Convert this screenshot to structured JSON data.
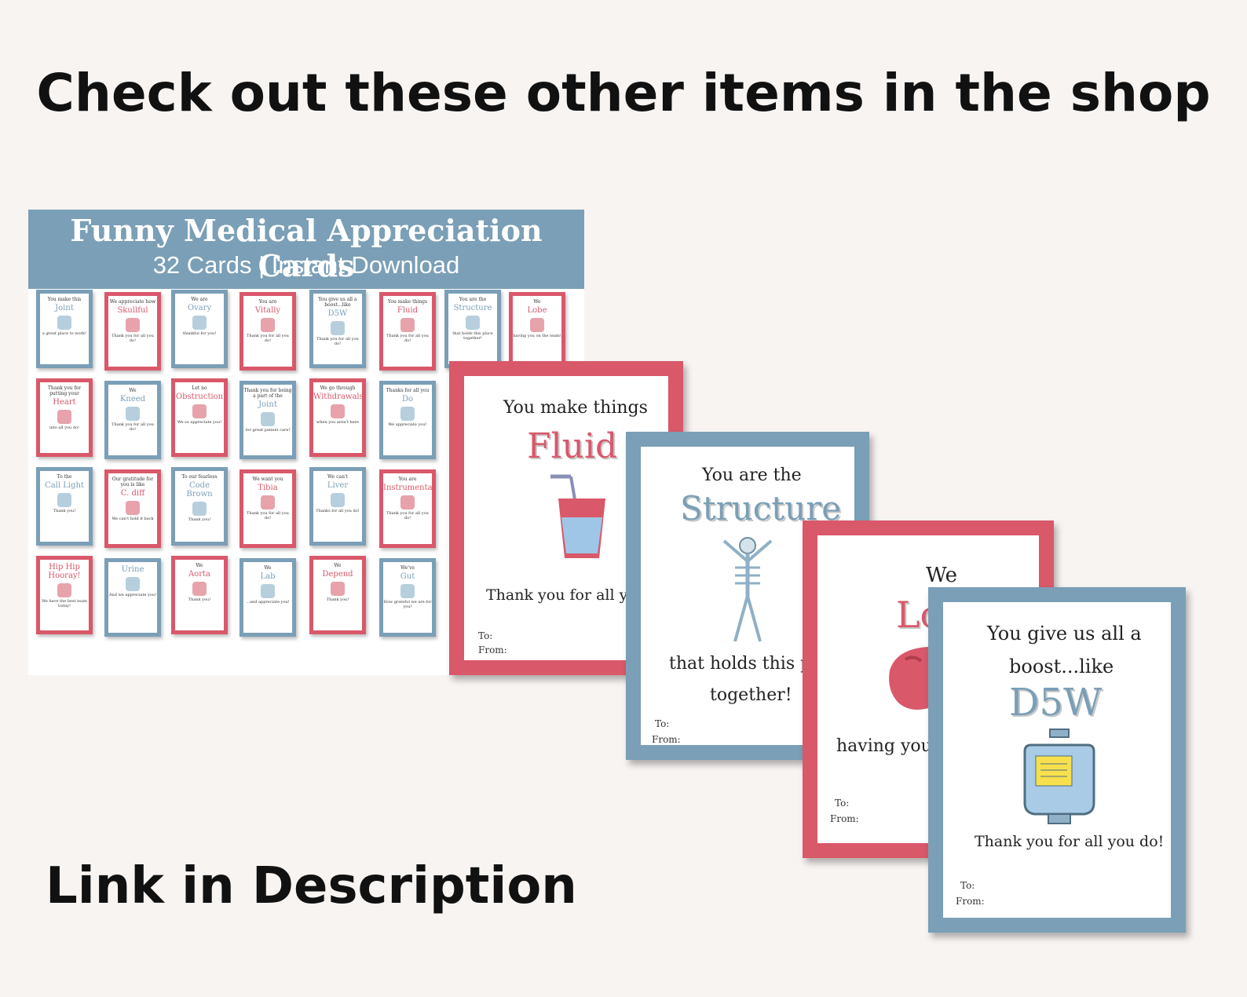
{
  "headline": "Check out these other items in the shop",
  "footer": "Link in Description",
  "product": {
    "title": "Funny Medical Appreciation Cards",
    "subtitle": "32 Cards | Instant Download"
  },
  "mini_cards": [
    {
      "top": "You make this",
      "key": "Joint",
      "bottom": "a great place to work!",
      "color": "blue"
    },
    {
      "top": "We appreciate how",
      "key": "Skullful",
      "bottom": "Thank you for all you do!",
      "color": "red"
    },
    {
      "top": "We are",
      "key": "Ovary",
      "bottom": "thankful for you!",
      "color": "blue"
    },
    {
      "top": "You are",
      "key": "Vitally",
      "bottom": "Thank you for all you do!",
      "color": "red"
    },
    {
      "top": "You give us all a boost...like",
      "key": "D5W",
      "bottom": "Thank you for all you do!",
      "color": "blue"
    },
    {
      "top": "You make things",
      "key": "Fluid",
      "bottom": "Thank you for all you do!",
      "color": "red"
    },
    {
      "top": "You are the",
      "key": "Structure",
      "bottom": "that holds this place together!",
      "color": "blue"
    },
    {
      "top": "We",
      "key": "Lobe",
      "bottom": "having you on the team!",
      "color": "red"
    },
    {
      "top": "Thank you for putting your",
      "key": "Heart",
      "bottom": "into all you do!",
      "color": "red"
    },
    {
      "top": "We",
      "key": "Kneed",
      "bottom": "Thank you for all you do!",
      "color": "blue"
    },
    {
      "top": "Let no",
      "key": "Obstruction",
      "bottom": "We so appreciate you!",
      "color": "red"
    },
    {
      "top": "Thank you for being a part of the",
      "key": "Joint",
      "bottom": "for great patient care!",
      "color": "blue"
    },
    {
      "top": "We go through",
      "key": "Withdrawals",
      "bottom": "when you aren't here",
      "color": "red"
    },
    {
      "top": "Thanks for all you",
      "key": "Do",
      "bottom": "We appreciate you!",
      "color": "blue"
    },
    {
      "top": "To the",
      "key": "Call Light",
      "bottom": "Thank you!",
      "color": "blue"
    },
    {
      "top": "Our gratitude for you is like",
      "key": "C. diff",
      "bottom": "We can't hold it back",
      "color": "red"
    },
    {
      "top": "To our fearless",
      "key": "Code Brown",
      "bottom": "Thank you!",
      "color": "blue"
    },
    {
      "top": "We want you",
      "key": "Tibia",
      "bottom": "Thank you for all you do!",
      "color": "red"
    },
    {
      "top": "We can't",
      "key": "Liver",
      "bottom": "Thanks for all you do!",
      "color": "blue"
    },
    {
      "top": "You are",
      "key": "Instrumental",
      "bottom": "Thank you for all you do!",
      "color": "red"
    },
    {
      "top": "",
      "key": "Hip Hip Hooray!",
      "bottom": "We have the best team today!",
      "color": "red"
    },
    {
      "top": "",
      "key": "Urine",
      "bottom": "And we appreciate you!",
      "color": "blue"
    },
    {
      "top": "We",
      "key": "Aorta",
      "bottom": "Thank you!",
      "color": "red"
    },
    {
      "top": "We",
      "key": "Lab",
      "bottom": "...and appreciate you!",
      "color": "blue"
    },
    {
      "top": "We",
      "key": "Depend",
      "bottom": "Thank you!",
      "color": "red"
    },
    {
      "top": "We've",
      "key": "Gut",
      "bottom": "How grateful we are for you!",
      "color": "blue"
    }
  ],
  "cards": {
    "fluid": {
      "line1": "You make things",
      "key": "Fluid",
      "line2": "Thank you for all you d",
      "to": "To:",
      "from": "From:"
    },
    "structure": {
      "line1": "You are the",
      "key": "Structure",
      "line2": "that holds this pla",
      "line3": "together!",
      "to": "To:",
      "from": "From:"
    },
    "lobe": {
      "line1": "We",
      "key": "Lo",
      "line2": "having you o",
      "to": "To:",
      "from": "From:"
    },
    "d5w": {
      "line1": "You give us all a",
      "line2": "boost...like",
      "key": "D5W",
      "line3": "Thank you for all you do!",
      "to": "To:",
      "from": "From:"
    }
  }
}
